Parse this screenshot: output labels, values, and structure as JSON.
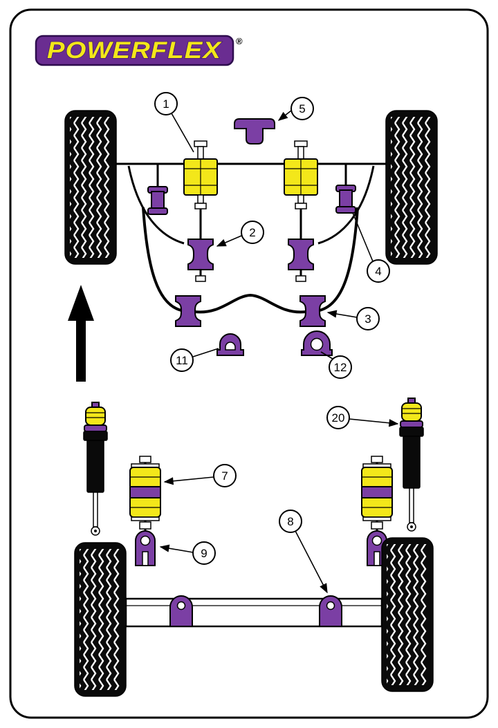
{
  "logo": {
    "text": "POWERFLEX",
    "registered": "®"
  },
  "colors": {
    "purple": "#7B3FA4",
    "yellow": "#F3E71A",
    "logo_purple": "#6A2D91",
    "logo_outline": "#41196B"
  },
  "callouts": {
    "n1": "1",
    "n2": "2",
    "n3": "3",
    "n4": "4",
    "n5": "5",
    "n7": "7",
    "n8": "8",
    "n9": "9",
    "n11": "11",
    "n12": "12",
    "n20": "20"
  }
}
